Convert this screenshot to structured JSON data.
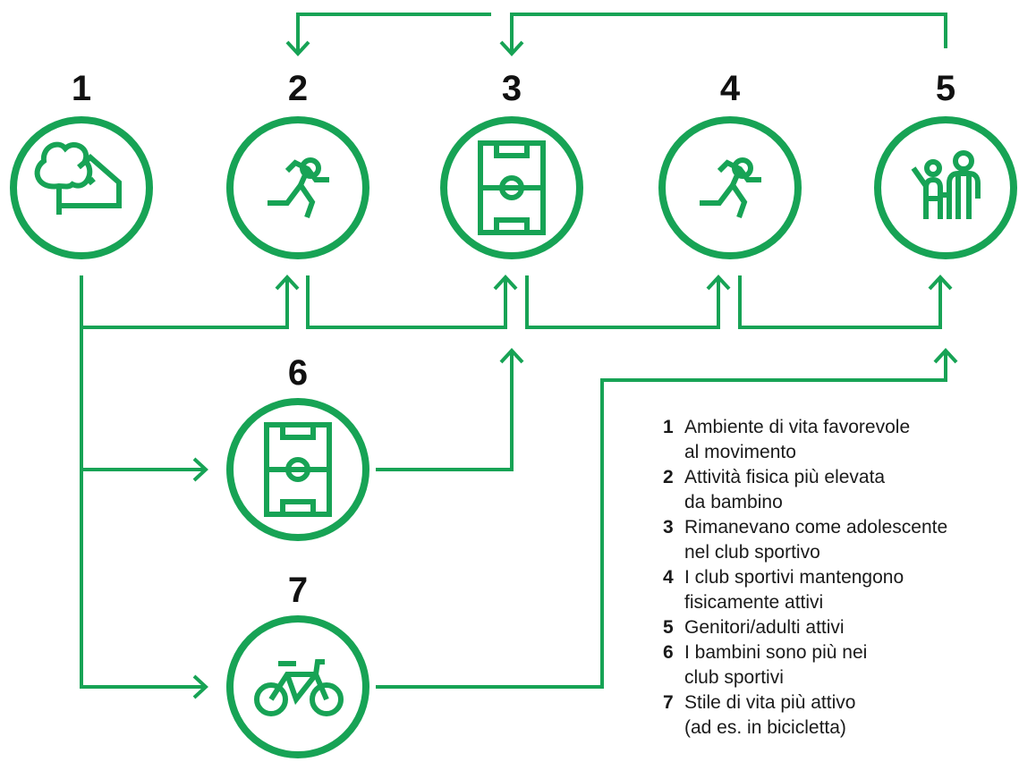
{
  "accent_color": "#17a355",
  "nodes": [
    {
      "number": "1",
      "icon": "tree-house-icon"
    },
    {
      "number": "2",
      "icon": "running-person-icon"
    },
    {
      "number": "3",
      "icon": "football-field-icon"
    },
    {
      "number": "4",
      "icon": "running-person-icon"
    },
    {
      "number": "5",
      "icon": "parent-child-icon"
    },
    {
      "number": "6",
      "icon": "football-field-icon"
    },
    {
      "number": "7",
      "icon": "bicycle-icon"
    }
  ],
  "legend": [
    {
      "number": "1",
      "text": "Ambiente di vita favorevole\nal movimento"
    },
    {
      "number": "2",
      "text": "Attività fisica più elevata\nda bambino"
    },
    {
      "number": "3",
      "text": "Rimanevano come adolescente\nnel club sportivo"
    },
    {
      "number": "4",
      "text": "I club sportivi mantengono\nfisicamente attivi"
    },
    {
      "number": "5",
      "text": "Genitori/adulti attivi"
    },
    {
      "number": "6",
      "text": "I bambini sono più nei\nclub sportivi"
    },
    {
      "number": "7",
      "text": "Stile di vita più attivo\n(ad es. in bicicletta)"
    }
  ]
}
